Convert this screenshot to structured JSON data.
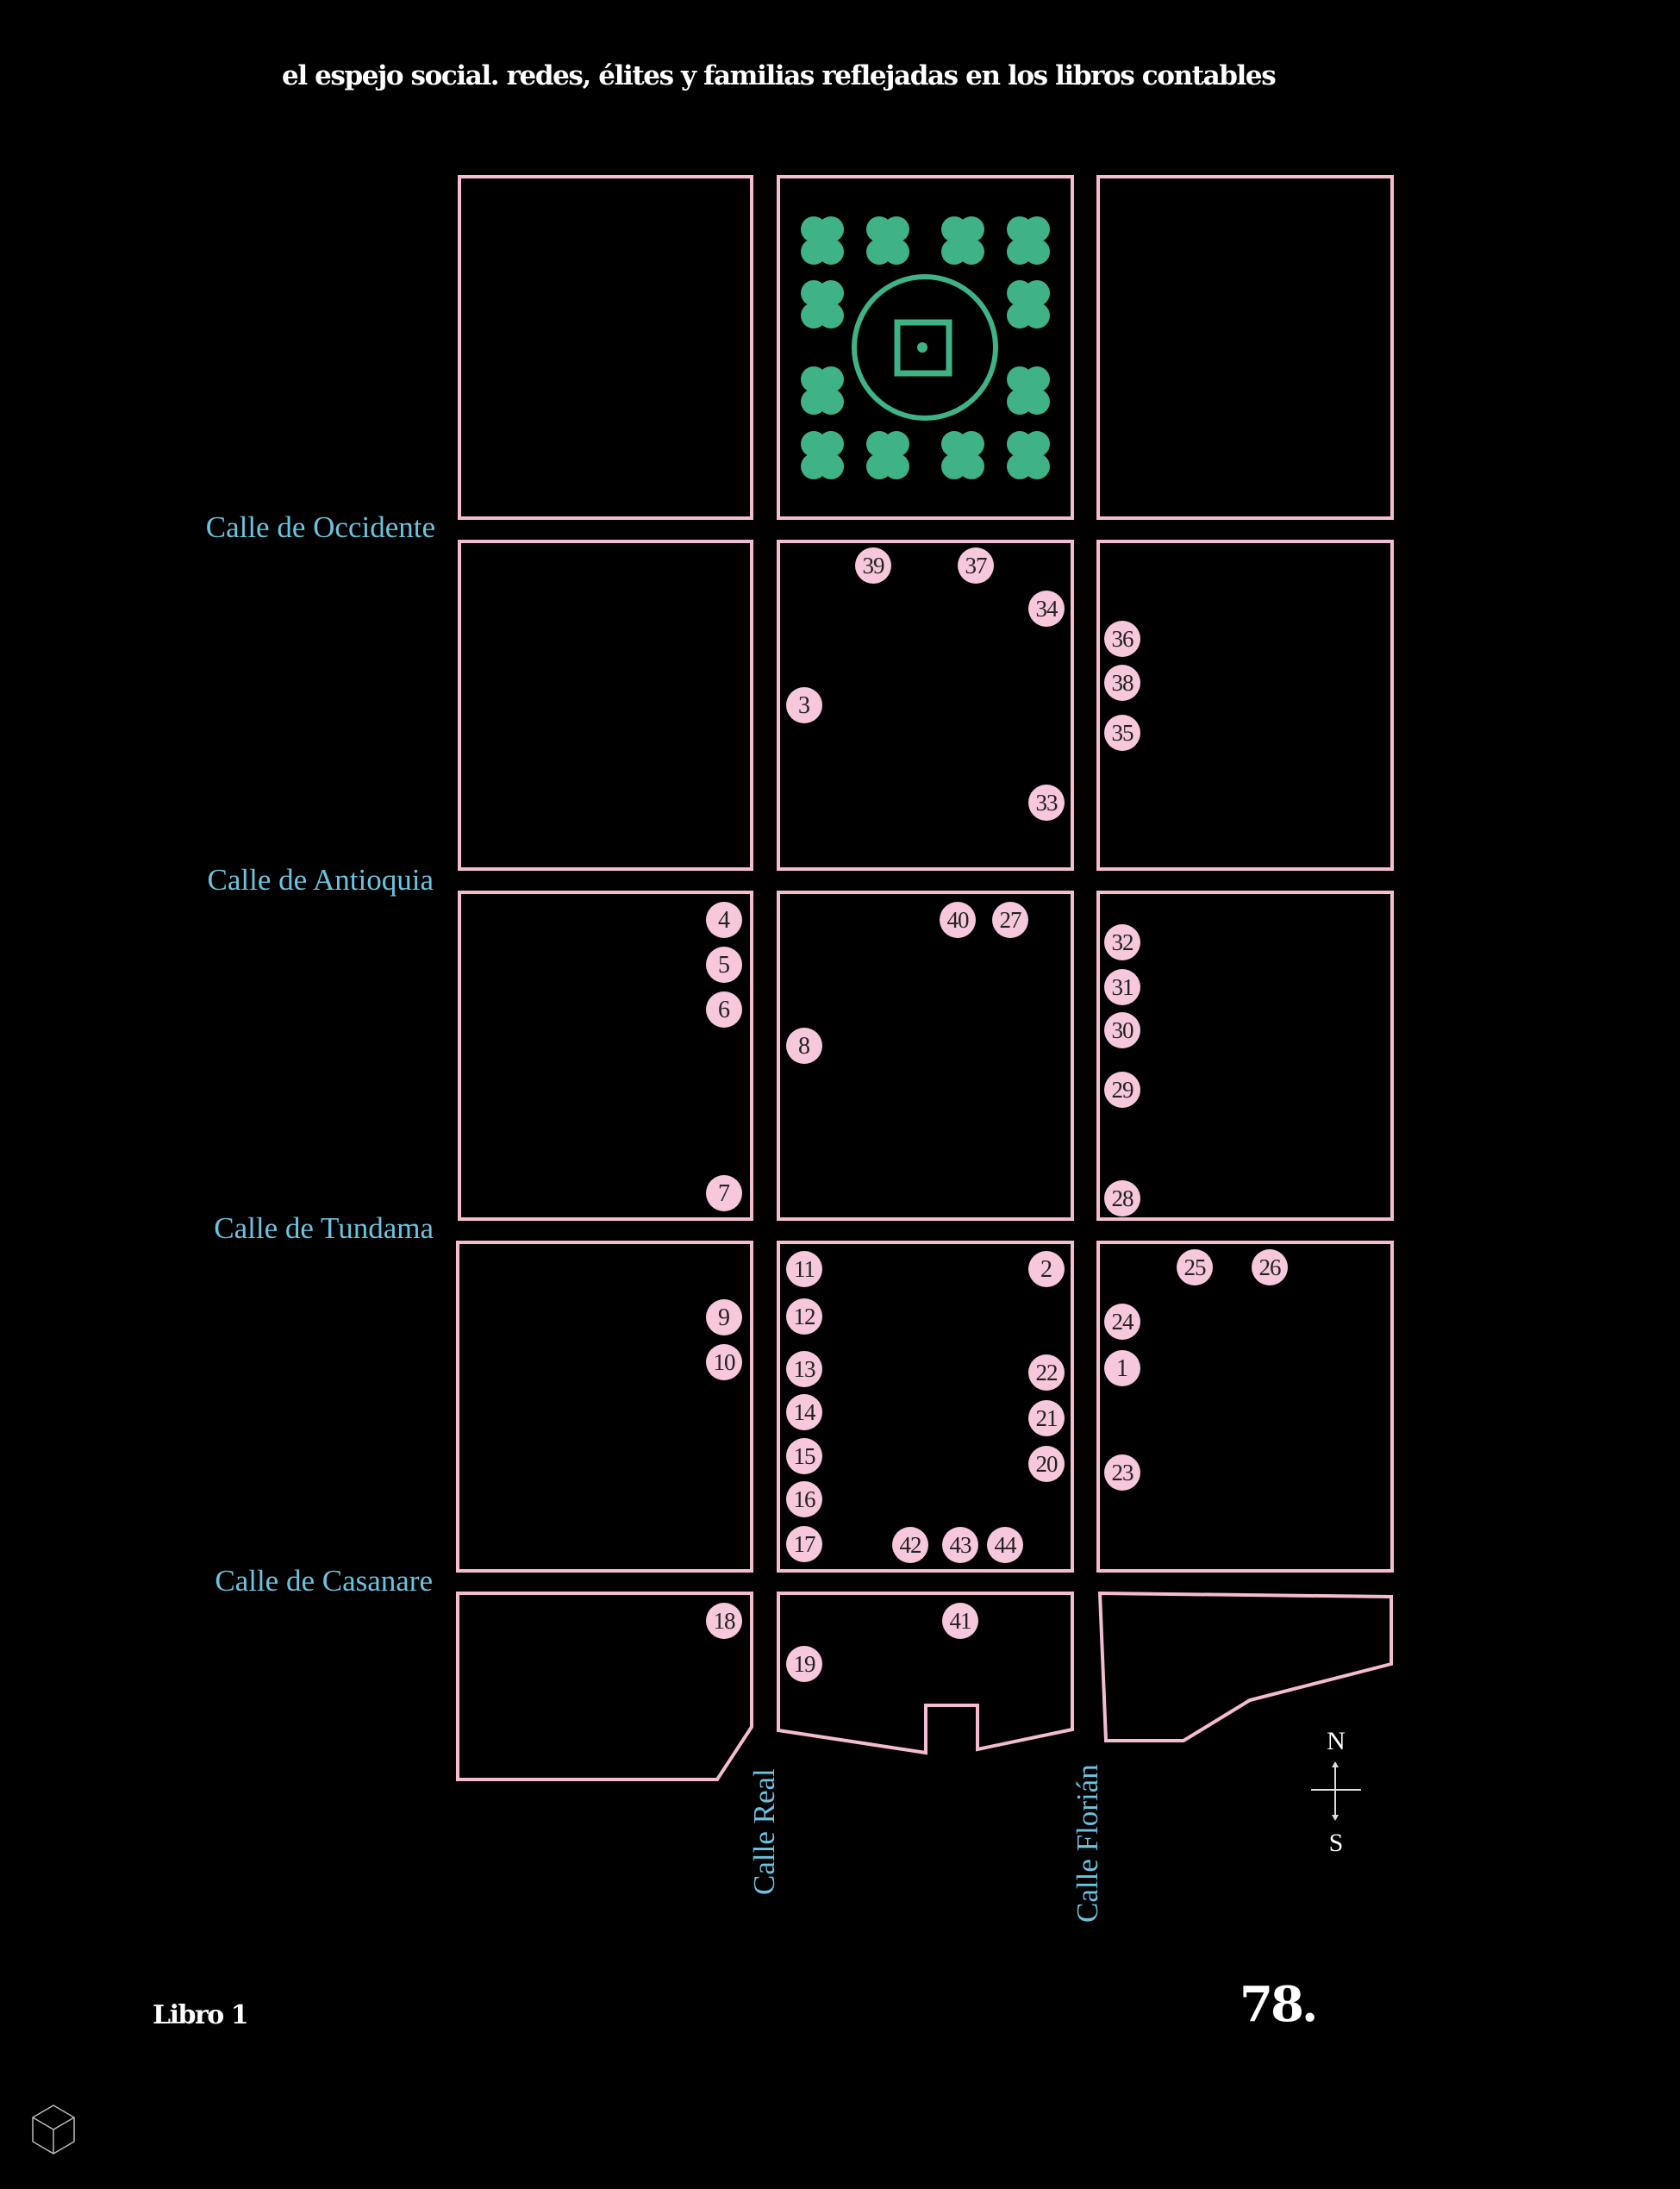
{
  "header": {
    "title": "el espejo social. redes, élites y familias reflejadas en los libros contables"
  },
  "colors": {
    "background": "#000000",
    "block_outline": "#f4bcd3",
    "marker_fill": "#f7c7dc",
    "marker_text": "#222222",
    "park_green": "#3fb385",
    "street_label": "#6cc3e0",
    "compass": "#ffffff"
  },
  "streets": {
    "horizontal": [
      {
        "id": "occidente",
        "label": "Calle de Occidente"
      },
      {
        "id": "antioquia",
        "label": "Calle de Antioquia"
      },
      {
        "id": "tundama",
        "label": "Calle de Tundama"
      },
      {
        "id": "casanare",
        "label": "Calle de Casanare"
      }
    ],
    "vertical": [
      {
        "id": "real",
        "label": "Calle Real"
      },
      {
        "id": "florian",
        "label": "Calle Florián"
      }
    ]
  },
  "plaza": {
    "tree_icon": "tree-icon",
    "fountain_icon": "fountain-icon",
    "tree_count": 12
  },
  "markers": [
    "1",
    "2",
    "3",
    "4",
    "5",
    "6",
    "7",
    "8",
    "9",
    "10",
    "11",
    "12",
    "13",
    "14",
    "15",
    "16",
    "17",
    "18",
    "19",
    "20",
    "21",
    "22",
    "23",
    "24",
    "25",
    "26",
    "27",
    "28",
    "29",
    "30",
    "31",
    "32",
    "33",
    "34",
    "35",
    "36",
    "37",
    "38",
    "39",
    "40",
    "41",
    "42",
    "43",
    "44"
  ],
  "compass": {
    "north": "N",
    "south": "S"
  },
  "footer": {
    "book": "Libro 1",
    "page": "78."
  },
  "icons": {
    "corner": "cube-icon"
  }
}
